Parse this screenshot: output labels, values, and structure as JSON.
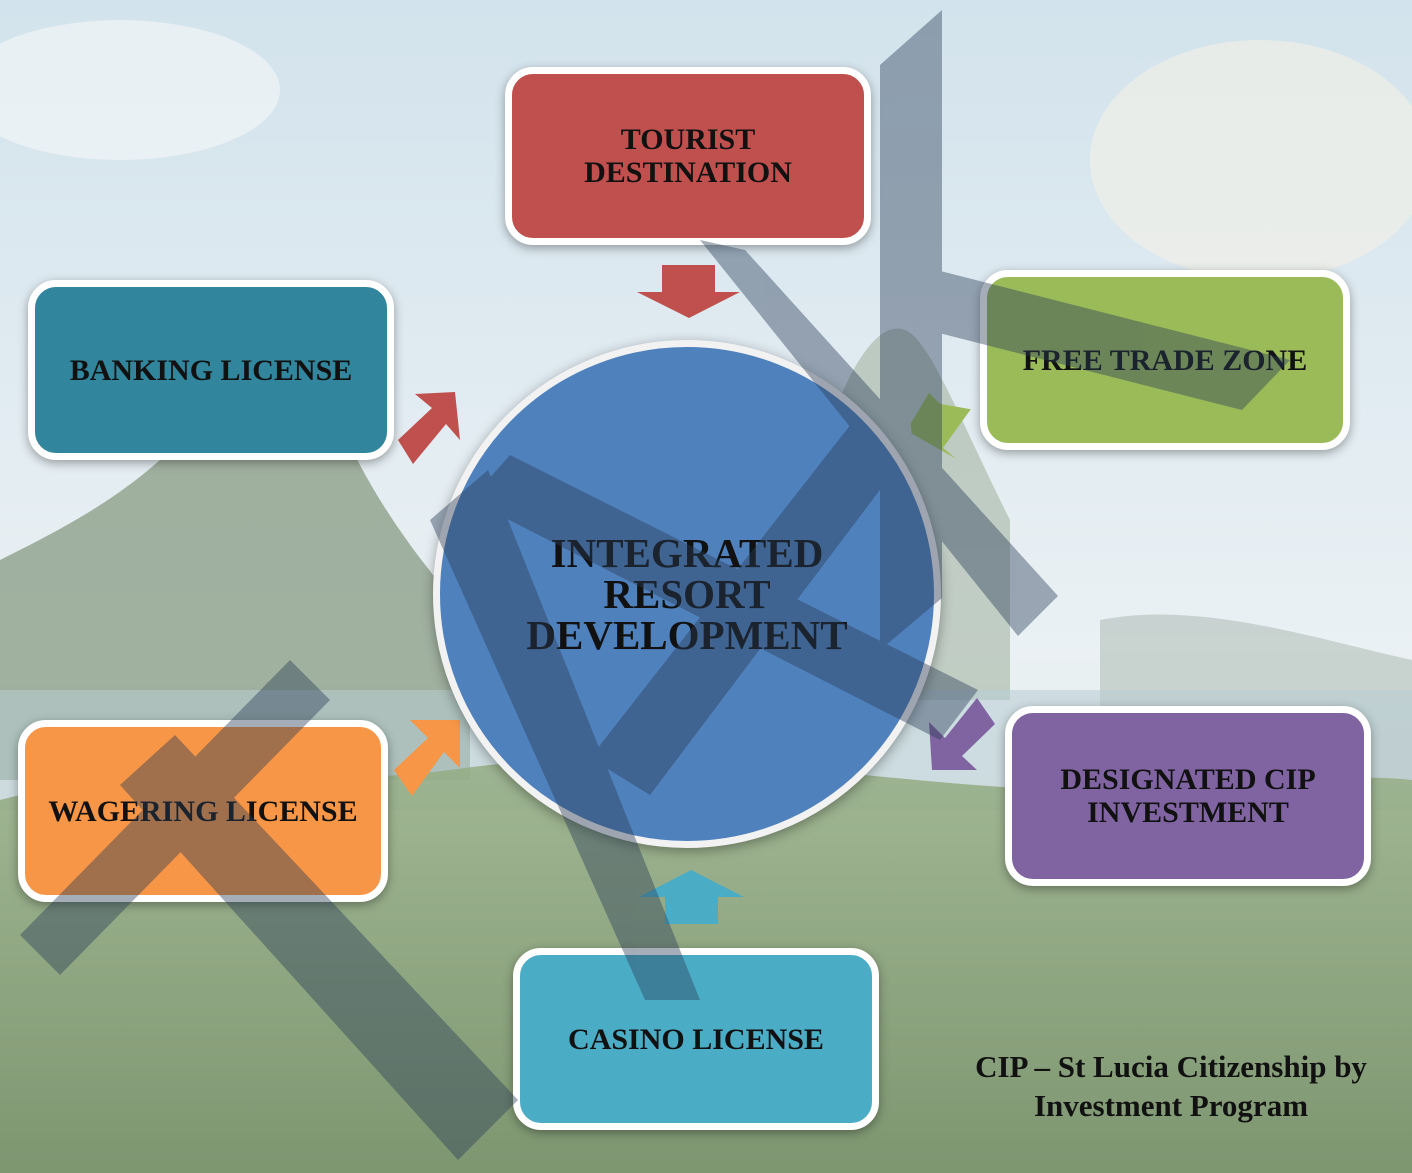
{
  "colors": {
    "sky": "#dfe8ee",
    "hills": "#5f7f4a",
    "tourist": "#c0504d",
    "banking": "#31859c",
    "freetrade": "#9bbb59",
    "wagering": "#f79646",
    "cip": "#8064a2",
    "casino": "#4bacc6",
    "center": "#4f81bd",
    "watermark": "#2b3d57"
  },
  "diagram": {
    "center_label": "INTEGRATED\nRESORT\nDEVELOPMENT",
    "nodes": {
      "tourist": "TOURIST\nDESTINATION",
      "banking": "BANKING LICENSE",
      "freetrade": "FREE TRADE ZONE",
      "wagering": "WAGERING LICENSE",
      "cip": "DESIGNATED CIP\nINVESTMENT",
      "casino": "CASINO LICENSE"
    },
    "footnote": "CIP – St Lucia Citizenship by\nInvestment Program"
  }
}
